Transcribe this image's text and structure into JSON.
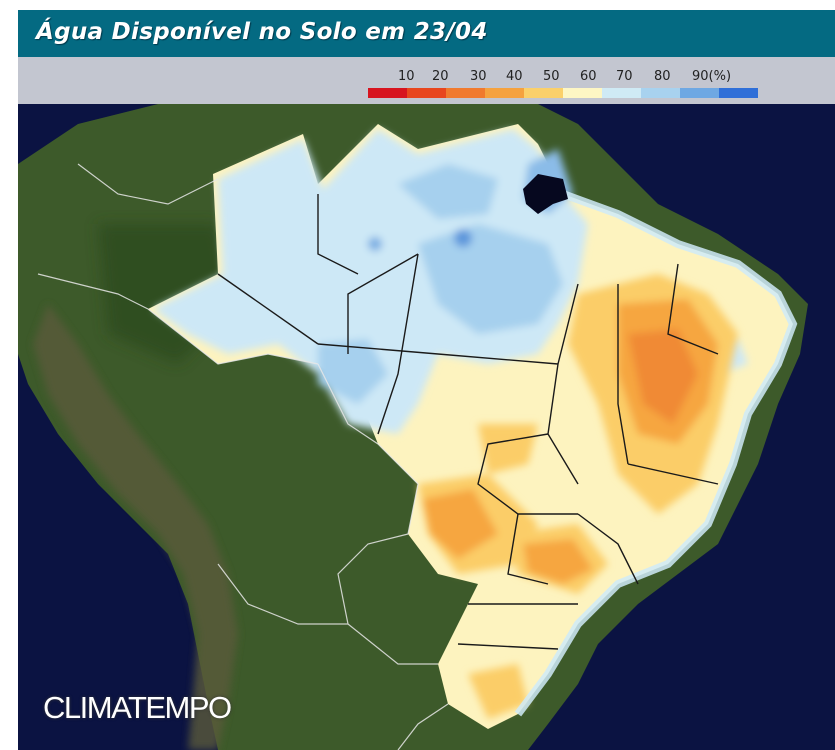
{
  "map": {
    "title": "Água Disponível no Solo em 23/04",
    "legend": {
      "labels": [
        "10",
        "20",
        "30",
        "40",
        "50",
        "60",
        "70",
        "80",
        "90(%)"
      ],
      "colors": [
        "#d7141f",
        "#e8461e",
        "#f07a2e",
        "#f5a23f",
        "#fbd06a",
        "#fdf6c4",
        "#cfeaf5",
        "#a8d2ef",
        "#6ea8e3",
        "#2f6fd8"
      ]
    },
    "brand": "CLIMATEMPO",
    "region": "Brasil"
  }
}
